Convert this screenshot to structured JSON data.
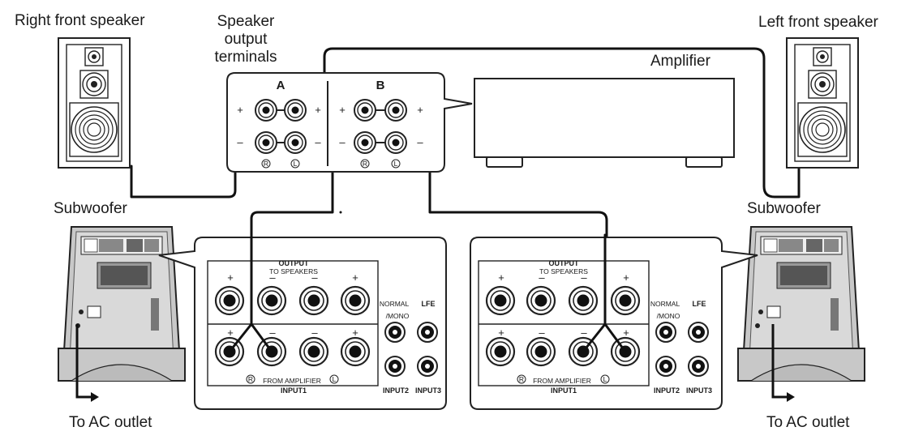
{
  "labels": {
    "right_front_speaker": "Right front speaker",
    "left_front_speaker": "Left front speaker",
    "speaker_output_terminals": [
      "Speaker",
      "output",
      "terminals"
    ],
    "amplifier": "Amplifier",
    "subwoofer_left": "Subwoofer",
    "subwoofer_right": "Subwoofer",
    "to_ac_outlet_left": "To AC outlet",
    "to_ac_outlet_right": "To AC outlet"
  },
  "terminal_panel": {
    "bank_a": "A",
    "bank_b": "B",
    "plus": "+",
    "minus": "–",
    "channel_r": "R",
    "channel_l": "L"
  },
  "sub_panel": {
    "output_title": "OUTPUT",
    "to_speakers": "TO SPEAKERS",
    "from_amplifier": "FROM AMPLIFIER",
    "input1": "INPUT1",
    "input2": "INPUT2",
    "input3": "INPUT3",
    "normal": "NORMAL",
    "mono": "/MONO",
    "lfe": "LFE",
    "channel_r": "R",
    "channel_l": "L",
    "plus": "+",
    "minus": "–"
  }
}
